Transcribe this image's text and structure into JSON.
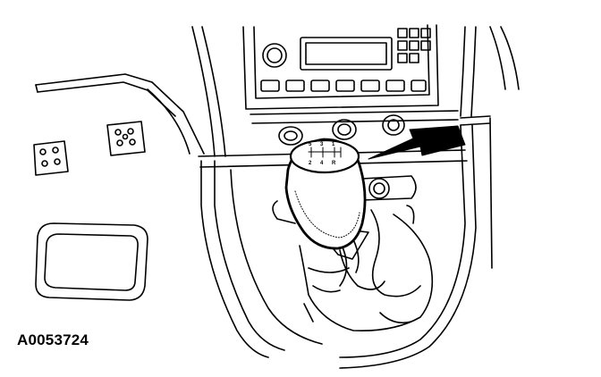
{
  "figure": {
    "id_label": "A0053724"
  },
  "knob": {
    "gear_labels": [
      "5",
      "3",
      "1",
      "2",
      "4",
      "R"
    ]
  },
  "colors": {
    "ink": "#000000",
    "paper": "#ffffff",
    "arrow_fill": "#000000"
  },
  "icons": {
    "callout_arrow": "arrow-left-icon"
  }
}
